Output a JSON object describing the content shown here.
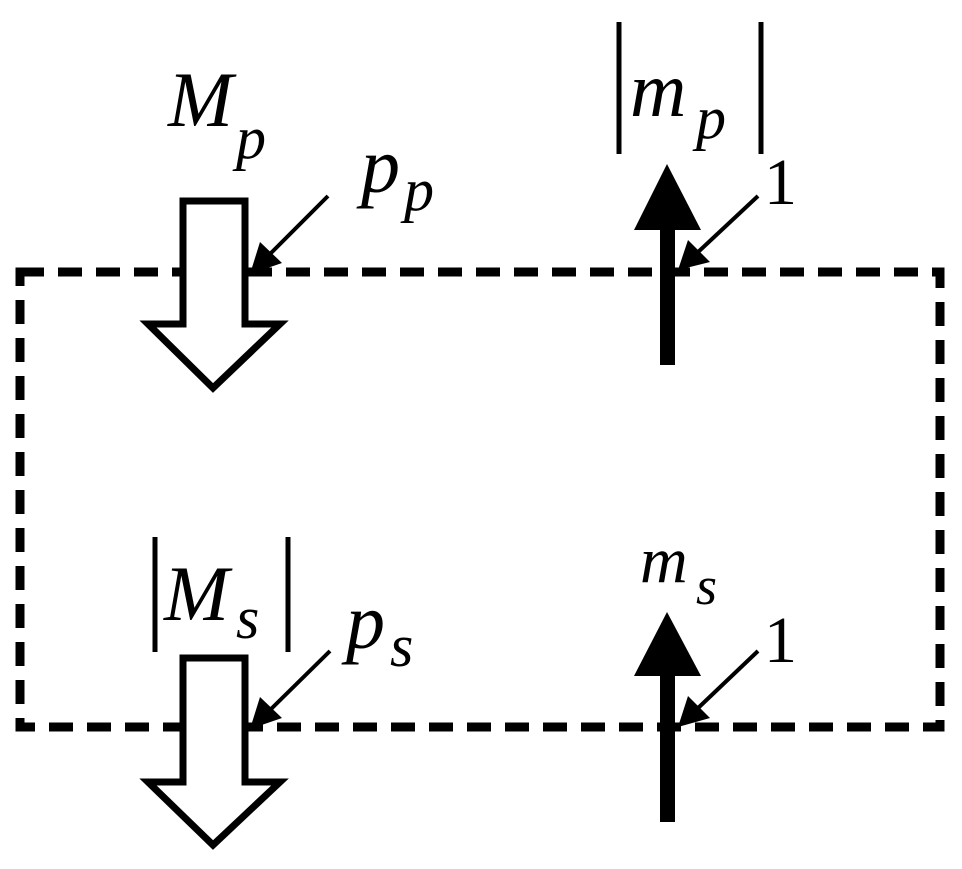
{
  "labels": {
    "mass_primary": {
      "base": "M",
      "sub": "p"
    },
    "pressure_primary": {
      "base": "p",
      "sub": "p"
    },
    "mass_primary_abs": {
      "base": "m",
      "sub": "p"
    },
    "one_top": "1",
    "mass_secondary_abs": {
      "base": "M",
      "sub": "s"
    },
    "pressure_secondary": {
      "base": "p",
      "sub": "s"
    },
    "mass_secondary": {
      "base": "m",
      "sub": "s"
    },
    "one_bottom": "1"
  },
  "colors": {
    "stroke": "#000000",
    "background": "#ffffff"
  }
}
